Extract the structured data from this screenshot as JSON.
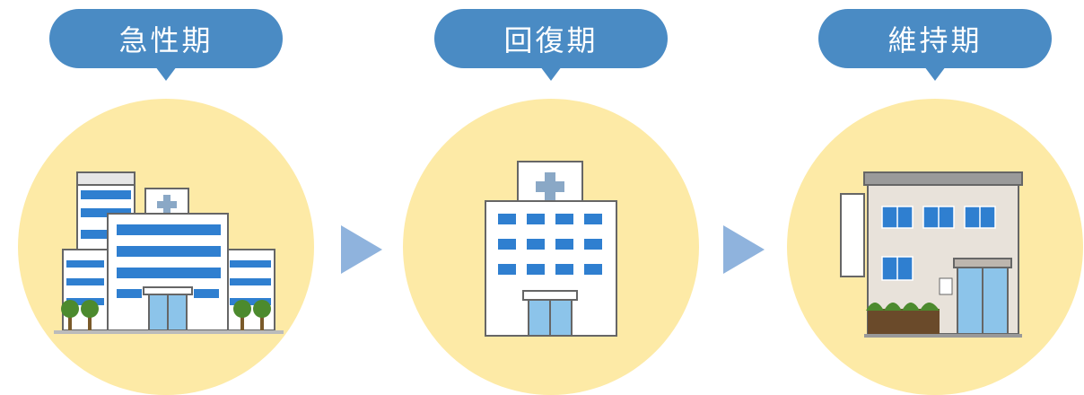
{
  "stages": [
    {
      "label": "急性期",
      "icon": "large-hospital-icon"
    },
    {
      "label": "回復期",
      "icon": "hospital-icon"
    },
    {
      "label": "維持期",
      "icon": "clinic-icon"
    }
  ],
  "colors": {
    "bubble": "#4a8bc4",
    "circle": "#fdeaa6",
    "arrow": "#8fb3dd"
  }
}
